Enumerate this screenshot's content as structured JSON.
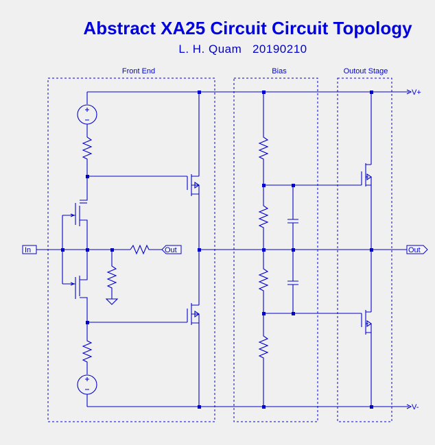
{
  "header": {
    "title": "Abstract XA25 Circuit Circuit Topology",
    "author": "L. H. Quam",
    "date": "20190210"
  },
  "sections": {
    "front_end": "Front End",
    "bias": "Bias",
    "output_stage": "Outout Stage"
  },
  "ports": {
    "input": "In",
    "front_end_output": "Out",
    "output": "Out",
    "vpos": "V+",
    "vneg": "V-"
  },
  "colors": {
    "wire": "#0000cc",
    "title": "#0000dd",
    "background": "#f0f0f0"
  }
}
